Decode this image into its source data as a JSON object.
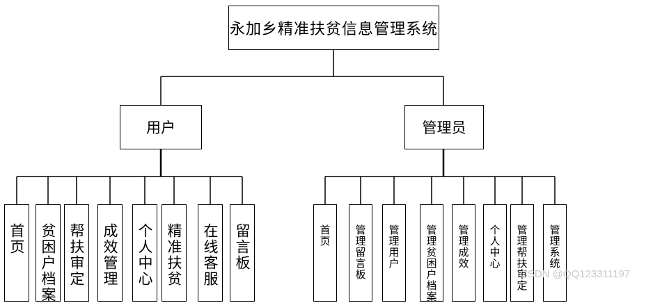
{
  "root": {
    "label": "永加乡精准扶贫信息管理系统"
  },
  "roles": [
    {
      "label": "用户",
      "children": [
        "首页",
        "贫困户档案",
        "帮扶审定",
        "成效管理",
        "个人中心",
        "精准扶贫",
        "在线客服",
        "留言板"
      ]
    },
    {
      "label": "管理员",
      "children": [
        "首页",
        "管理留言板",
        "管理用户",
        "管理贫困户档案",
        "管理成效",
        "个人中心",
        "管理帮扶审定",
        "管理系统"
      ]
    }
  ],
  "watermark": "CSDN @QQ123311197"
}
